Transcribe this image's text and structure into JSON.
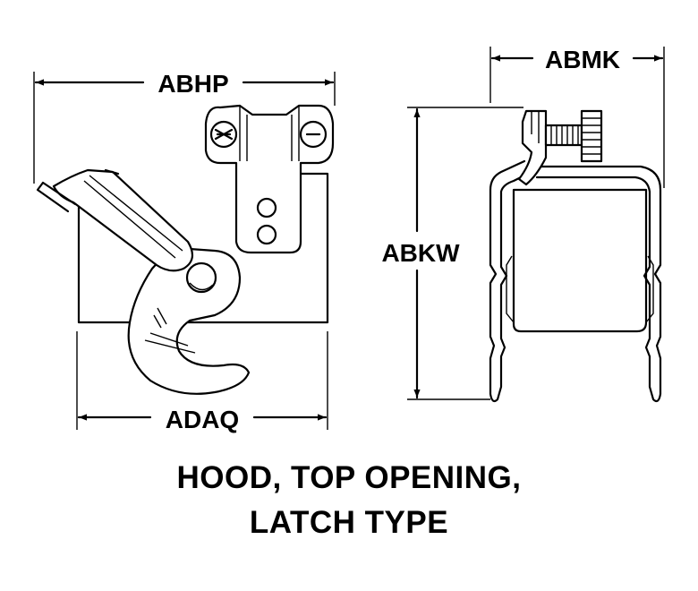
{
  "dimensions": {
    "abhp": "ABHP",
    "adaq": "ADAQ",
    "abkw": "ABKW",
    "abmk": "ABMK"
  },
  "caption": {
    "line1": "HOOD, TOP OPENING,",
    "line2": "LATCH TYPE"
  }
}
